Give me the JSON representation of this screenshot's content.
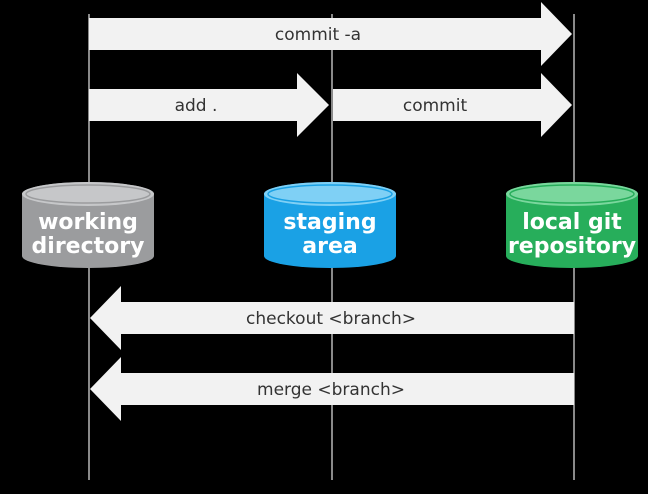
{
  "arrows": {
    "commit_all": "commit -a",
    "add": "add .",
    "commit": "commit",
    "checkout": "checkout <branch>",
    "merge": "merge <branch>"
  },
  "stores": {
    "working": {
      "line1": "working",
      "line2": "directory",
      "color": "#9b9c9e",
      "top_color": "#c6c7c9"
    },
    "staging": {
      "line1": "staging",
      "line2": "area",
      "color": "#1aa1e5",
      "top_color": "#7fd0f5"
    },
    "repo": {
      "line1": "local git",
      "line2": "repository",
      "color": "#27ae5b",
      "top_color": "#7ad79d"
    }
  },
  "colors": {
    "background": "#000000",
    "arrow_fill": "#f2f2f2",
    "lifeline": "#b8b8b8",
    "label_text": "#333333"
  }
}
